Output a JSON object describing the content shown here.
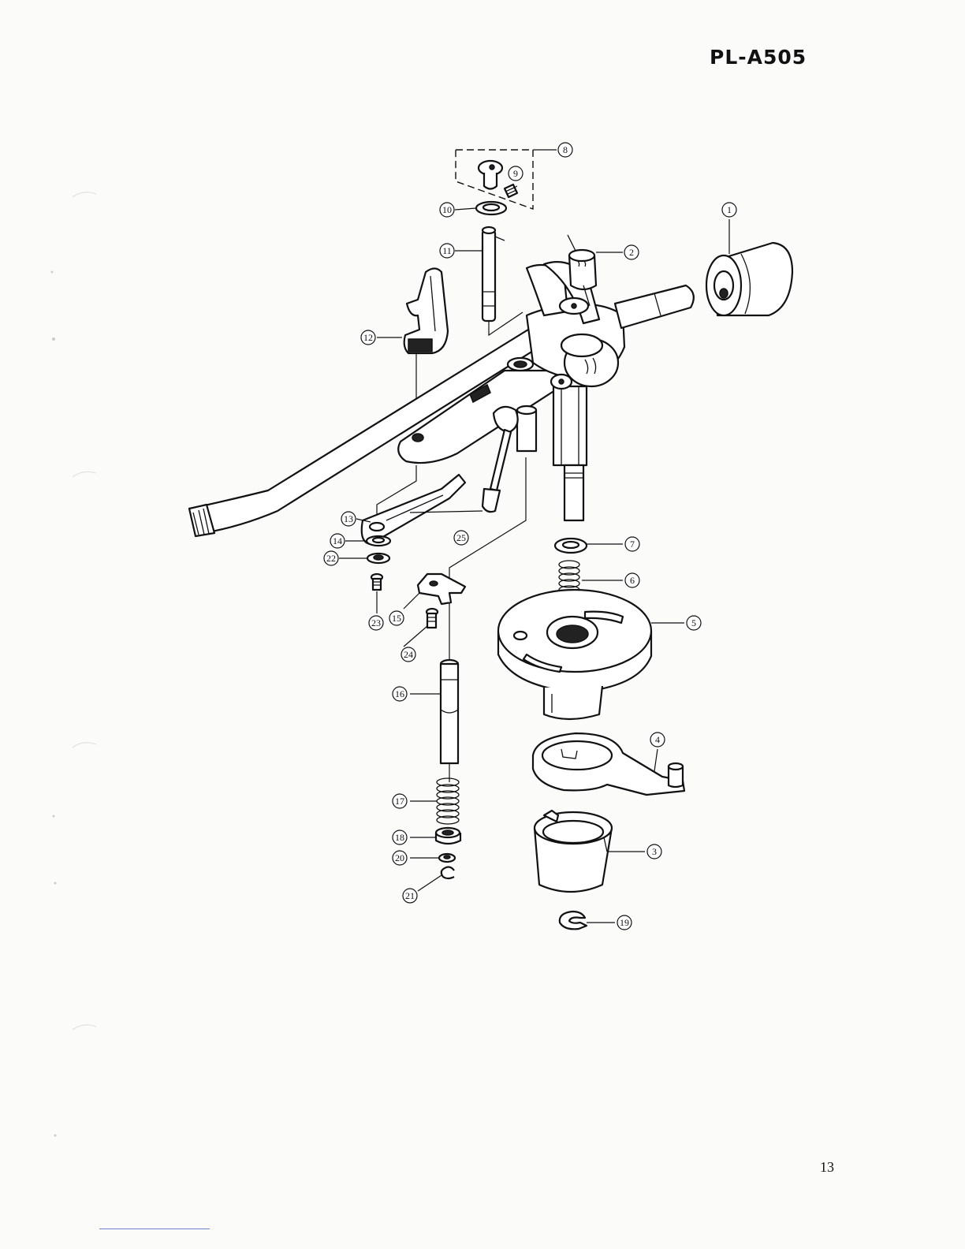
{
  "header": {
    "model": "PL-A505"
  },
  "footer": {
    "page_number": "13"
  },
  "callouts": [
    {
      "num": "1"
    },
    {
      "num": "2"
    },
    {
      "num": "3"
    },
    {
      "num": "4"
    },
    {
      "num": "5"
    },
    {
      "num": "6"
    },
    {
      "num": "7"
    },
    {
      "num": "8"
    },
    {
      "num": "9"
    },
    {
      "num": "10"
    },
    {
      "num": "11"
    },
    {
      "num": "12"
    },
    {
      "num": "13"
    },
    {
      "num": "14"
    },
    {
      "num": "15"
    },
    {
      "num": "16"
    },
    {
      "num": "17"
    },
    {
      "num": "18"
    },
    {
      "num": "19"
    },
    {
      "num": "20"
    },
    {
      "num": "21"
    },
    {
      "num": "22"
    },
    {
      "num": "23"
    },
    {
      "num": "24"
    },
    {
      "num": "25"
    }
  ]
}
